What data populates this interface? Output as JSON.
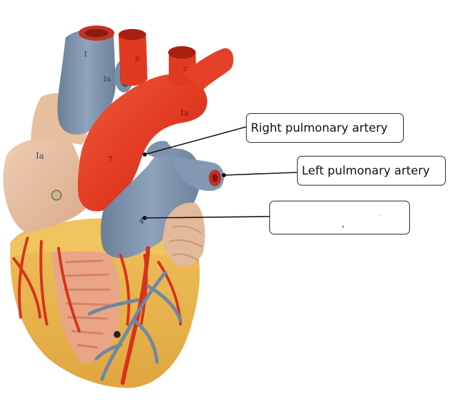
{
  "labels": {
    "right_pulmonary_artery": "Right pulmonary artery",
    "left_pulmonary_artery": "Left pulmonary artery",
    "blank_box_text": ""
  },
  "model_markings": {
    "superior_vena_cava": "I",
    "svc_opening": "Ia",
    "aortic_branch_b": "b",
    "aortic_branch_c": "c",
    "aortic_arch": "Ia",
    "right_atrium": "Ia",
    "aorta": "7",
    "pulmonary_trunk": "4"
  },
  "colors": {
    "artery_red": "#e13a22",
    "vein_blue": "#7e93ad",
    "fat_yellow": "#e8b64c",
    "muscle_tan": "#e7c0a4",
    "myocardium_pink": "#e9a48c",
    "line": "#111111",
    "box_border": "#1e2a3a"
  }
}
